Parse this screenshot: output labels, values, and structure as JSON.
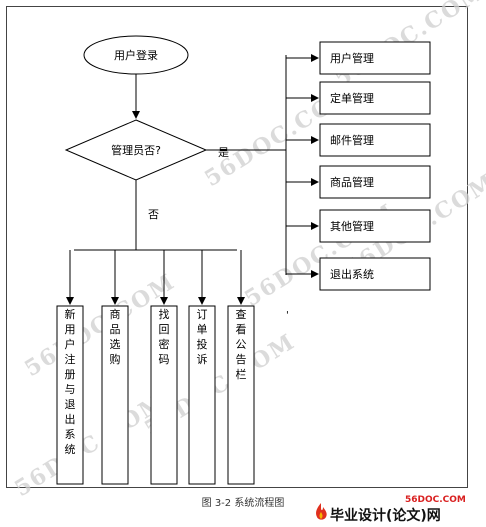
{
  "flowchart": {
    "start": "用户登录",
    "decision": "管理员否?",
    "yes_label": "是",
    "no_label": "否",
    "admin_items": [
      "用户管理",
      "定单管理",
      "邮件管理",
      "商品管理",
      "其他管理",
      "退出系统"
    ],
    "user_items": [
      "新用户注册与退出系统",
      "商品选购",
      "找回密码",
      "订单投诉",
      "查看公告栏"
    ]
  },
  "caption": "图 3-2 系统流程图",
  "watermark": "56DOC.COM",
  "footer": {
    "site_url": "56DOC.COM",
    "site_name": "毕业设计(论文)网"
  },
  "colors": {
    "line": "#000000",
    "watermark": "#cfcfcf",
    "brand_red": "#d92020"
  }
}
